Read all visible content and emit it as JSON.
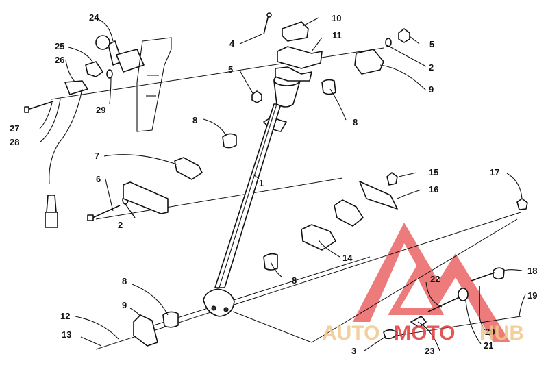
{
  "diagram": {
    "callouts": [
      "1",
      "2",
      "2",
      "3",
      "4",
      "5",
      "5",
      "6",
      "7",
      "8",
      "8",
      "8",
      "8",
      "9",
      "9",
      "10",
      "11",
      "12",
      "13",
      "14",
      "15",
      "16",
      "17",
      "18",
      "19",
      "20",
      "21",
      "22",
      "23",
      "24",
      "25",
      "26",
      "27",
      "28",
      "29"
    ]
  },
  "watermark": {
    "brand_part1": "AUTO",
    "brand_part2": "MOTO",
    "brand_part3": "HUB",
    "colors": {
      "primary": "#e03a3a",
      "secondary": "#f2c88a"
    }
  }
}
